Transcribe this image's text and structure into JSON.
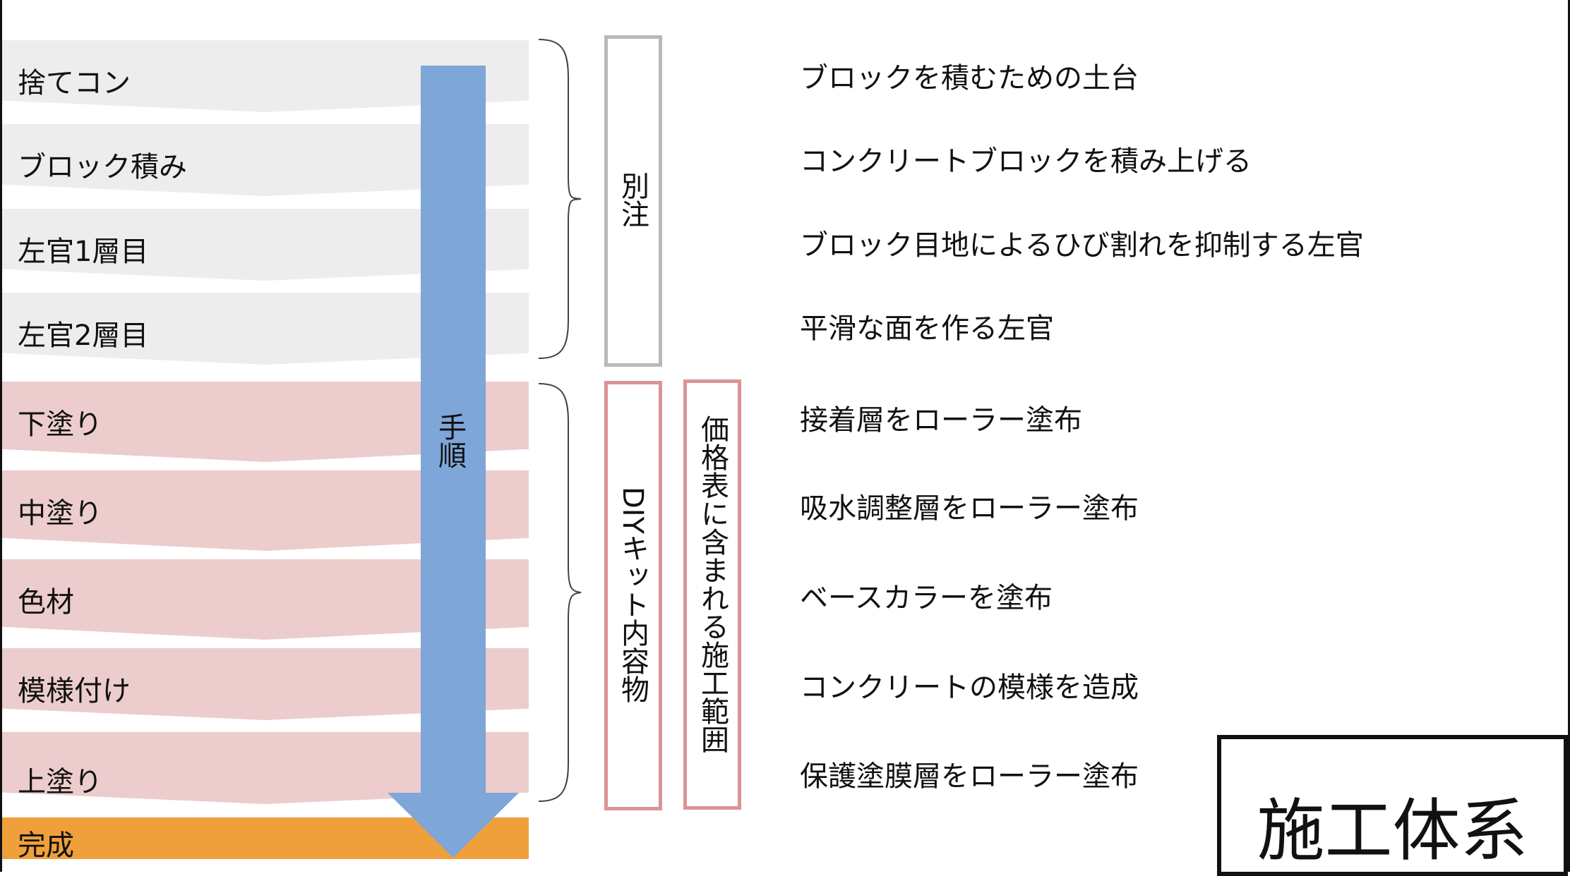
{
  "steps": [
    {
      "label": "捨てコン",
      "group": "gray"
    },
    {
      "label": "ブロック積み",
      "group": "gray"
    },
    {
      "label": "左官1層目",
      "group": "gray"
    },
    {
      "label": "左官2層目",
      "group": "gray"
    },
    {
      "label": "下塗り",
      "group": "pink"
    },
    {
      "label": "中塗り",
      "group": "pink"
    },
    {
      "label": "色材",
      "group": "pink"
    },
    {
      "label": "模様付け",
      "group": "pink"
    },
    {
      "label": "上塗り",
      "group": "pink"
    },
    {
      "label": "完成",
      "group": "orange"
    }
  ],
  "arrow_label": "手順",
  "groups": {
    "separate_order": "別注",
    "diy_kit": "DIYキット内容物",
    "price_scope": "価格表に含まれる施工範囲"
  },
  "descriptions": [
    "ブロックを積むための土台",
    "コンクリートブロックを積み上げる",
    "ブロック目地によるひび割れを抑制する左官",
    "平滑な面を作る左官",
    "接着層をローラー塗布",
    "吸水調整層をローラー塗布",
    "ベースカラーを塗布",
    "コンクリートの模様を造成",
    "保護塗膜層をローラー塗布"
  ],
  "title": "施工体系",
  "colors": {
    "gray_step": "#ededed",
    "pink_step": "#eccccc",
    "orange_step": "#f0a03a",
    "arrow": "#7ea6d8",
    "gray_border": "#b9b9b9",
    "pink_border": "#d99494"
  }
}
